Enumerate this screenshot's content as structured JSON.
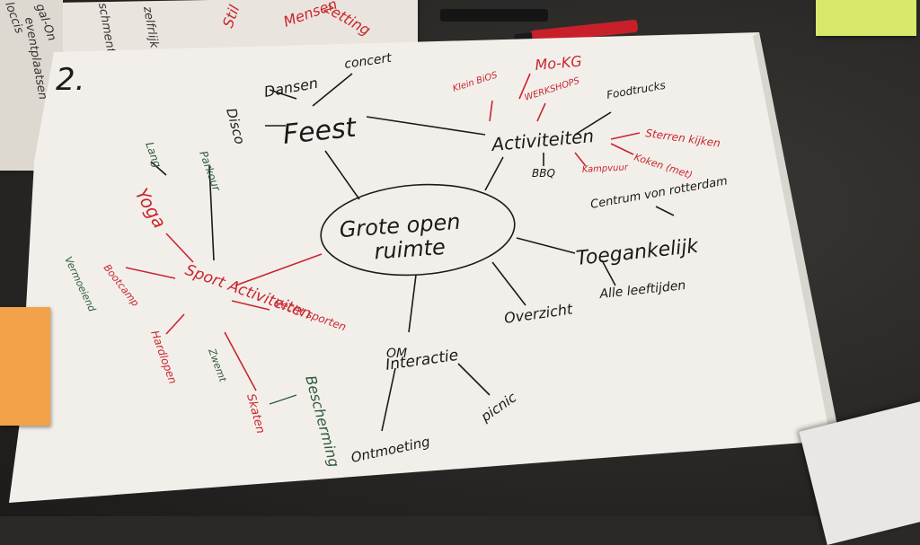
{
  "number": "2.",
  "center": {
    "line1": "Grote open",
    "line2": "ruimte"
  },
  "feest": {
    "title": "Feest",
    "items": [
      "Dansen",
      "concert",
      "Disco"
    ]
  },
  "activiteiten": {
    "title": "Activiteiten",
    "items_red": [
      "Mo-KG",
      "Klein BiOS",
      "WERKSHOPS",
      "Sterren kijken",
      "Koken (met)",
      "Kampvuur"
    ],
    "items_black": [
      "Foodtrucks",
      "BBQ"
    ]
  },
  "toegankelijk": {
    "title": "Toegankelijk",
    "items": [
      "Centrum von rotterdam",
      "Alle leeftijden"
    ]
  },
  "overzicht": "Overzicht",
  "interactie": {
    "title": "Interactie",
    "top": "OM",
    "items": [
      "Ontmoeting",
      "picnic"
    ]
  },
  "sport": {
    "title": "Sport Activiteiten",
    "items_red": [
      "Yoga",
      "Bootcamp",
      "Vecht sporten",
      "Hardlopen",
      "Skaten"
    ],
    "items_green": [
      "Lang",
      "Parkour",
      "Vermoeiend",
      "Zwemt",
      "Bescherming"
    ]
  },
  "colors": {
    "paper": "#f2efeb",
    "ink_black": "#1a1a1a",
    "ink_red": "#c9262e",
    "ink_green": "#2f5a3a"
  },
  "back_paper_text_red": [
    "Stil",
    "Mensen",
    "zetting"
  ],
  "back_paper_text_black": [
    "zelfrlijk",
    "schmenteren",
    "eventplaatsen",
    "gal-On",
    "loccis"
  ]
}
